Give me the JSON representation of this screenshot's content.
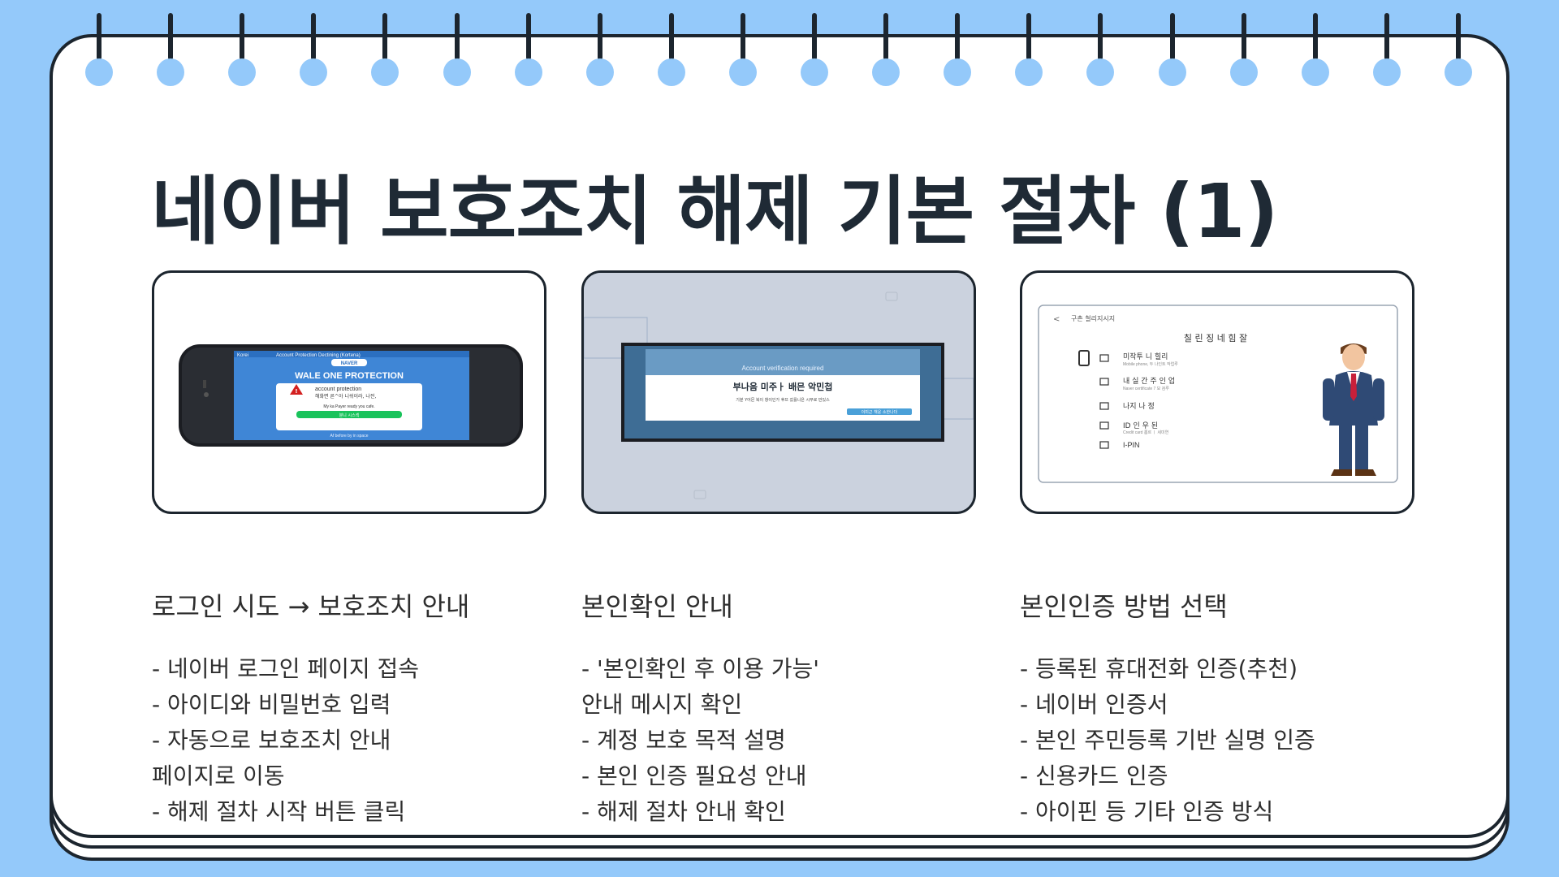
{
  "title": "네이버 보호조치 해제 기본 절차 (1)",
  "colors": {
    "background": "#94c9fa",
    "ink": "#1c252e",
    "sheet": "#ffffff"
  },
  "cards": [
    {
      "status_left": "Korei",
      "status_center": "Account Protection Dectining (Kortena)",
      "badge": "NAVER",
      "heading": "WALE ONE PROTECTION",
      "dialog_title": "account protection",
      "dialog_subtitle": "해화면 른^아 니쉬이라, 나전,",
      "dialog_hint": "My ka Payer ready you cafe.",
      "button": "분니 시스섹",
      "footer": "Af before by in space"
    },
    {
      "header": "Account verification required",
      "heading": "부나음 미주ㅏ 배믄 악민첩",
      "body": "기분 Y어믄 복이 항이인가 후므 갔를니은 시무로 만있스",
      "button": "이미근 책윤 소한나더"
    },
    {
      "back_label": "구촌 철리지시지",
      "heading": "칠 린 징  네 힘 잘",
      "options": [
        {
          "label": "미작투 니 힐리",
          "sub": "Mobile phone, 두 나인트 작업루"
        },
        {
          "label": "내 실 간 주 인 업",
          "sub": "Naver certificate 7 모 검루"
        },
        {
          "label": "나지 나 정",
          "sub": ""
        },
        {
          "label": "ID 인 우 된",
          "sub": "Credit card 롬르 ㅣ 세미연"
        },
        {
          "label": "I-PIN",
          "sub": ""
        }
      ]
    }
  ],
  "columns": [
    {
      "heading": "로그인 시도 → 보호조치 안내",
      "items": [
        "- 네이버 로그인 페이지 접속",
        "- 아이디와 비밀번호 입력",
        "- 자동으로 보호조치 안내",
        "페이지로 이동",
        "- 해제 절차 시작 버튼 클릭"
      ]
    },
    {
      "heading": "본인확인 안내",
      "items": [
        "- '본인확인 후 이용 가능'",
        "안내 메시지 확인",
        "- 계정 보호 목적 설명",
        "- 본인 인증 필요성 안내",
        "- 해제 절차 안내 확인"
      ]
    },
    {
      "heading": "본인인증 방법 선택",
      "items": [
        "- 등록된 휴대전화 인증(추천)",
        "- 네이버 인증서",
        "- 본인 주민등록 기반 실명 인증",
        "- 신용카드 인증",
        "- 아이핀 등 기타 인증 방식"
      ]
    }
  ]
}
